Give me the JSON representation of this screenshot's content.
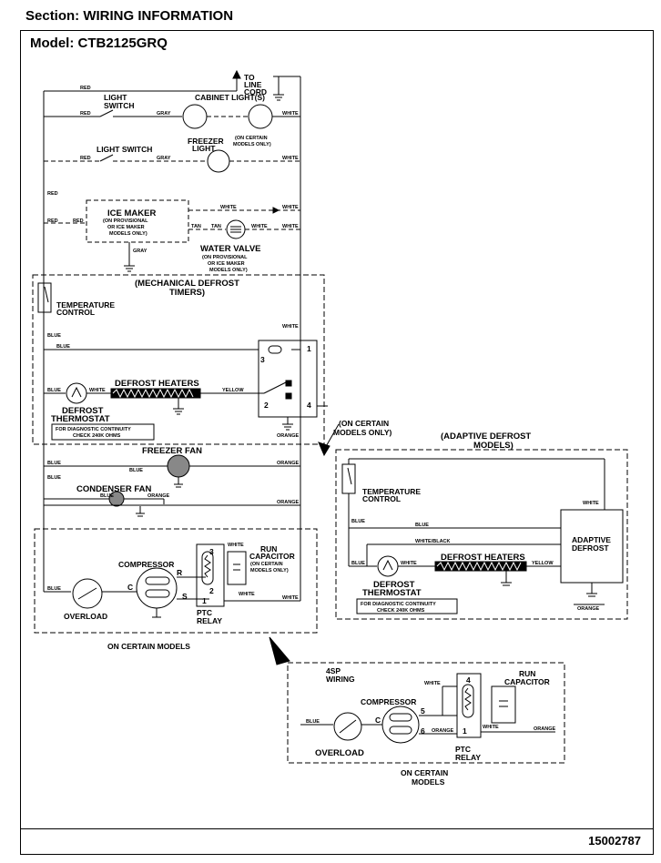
{
  "header": {
    "section": "Section:  WIRING INFORMATION",
    "model": "Model:  CTB2125GRQ",
    "doc_number": "15002787"
  },
  "wires": {
    "red": "RED",
    "gray": "GRAY",
    "white": "WHITE",
    "blue": "BLUE",
    "yellow": "YELLOW",
    "orange": "ORANGE",
    "tan": "TAN",
    "white_black": "WHITE/BLACK"
  },
  "line_cord": [
    "TO",
    "LINE",
    "CORD"
  ],
  "labels": {
    "light_switch_1": [
      "LIGHT",
      "SWITCH"
    ],
    "cabinet_lights": "CABINET LIGHT(S)",
    "on_certain_models_only": [
      "(ON CERTAIN",
      "MODELS ONLY)"
    ],
    "freezer_light": [
      "FREEZER",
      "LIGHT"
    ],
    "light_switch_2": "LIGHT SWITCH",
    "ice_maker": [
      "ICE MAKER",
      "(ON PROVISIONAL",
      "OR ICE MAKER",
      "MODELS ONLY)"
    ],
    "water_valve": [
      "WATER VALVE",
      "(ON PROVISIONAL",
      "OR ICE MAKER",
      "MODELS ONLY)"
    ],
    "mechanical_defrost": [
      "(MECHANICAL DEFROST",
      "TIMERS)"
    ],
    "temperature_control": [
      "TEMPERATURE",
      "CONTROL"
    ],
    "defrost_heaters": "DEFROST HEATERS",
    "defrost_thermostat": [
      "DEFROST",
      "THERMOSTAT"
    ],
    "diagnostic": [
      "FOR DIAGNOSTIC CONTINUITY",
      "CHECK 240K OHMS"
    ],
    "on_certain_models_only_2": [
      "(ON CERTAIN",
      "MODELS ONLY)"
    ],
    "freezer_fan": "FREEZER FAN",
    "condenser_fan": "CONDENSER FAN",
    "compressor": "COMPRESSOR",
    "run_capacitor": [
      "RUN",
      "CAPACITOR",
      "(ON CERTAIN",
      "MODELS ONLY)"
    ],
    "overload": "OVERLOAD",
    "ptc_relay": [
      "PTC",
      "RELAY"
    ],
    "on_certain_models": "ON CERTAIN MODELS",
    "adaptive_defrost_models": [
      "(ADAPTIVE DEFROST",
      "MODELS)"
    ],
    "adaptive_defrost": [
      "ADAPTIVE",
      "DEFROST"
    ],
    "wiring_4sp": [
      "4SP",
      "WIRING"
    ],
    "run_capacitor_2": [
      "RUN",
      "CAPACITOR"
    ],
    "on_certain_models_2": [
      "ON CERTAIN",
      "MODELS"
    ]
  },
  "terminals": [
    "1",
    "2",
    "3",
    "4",
    "5",
    "6",
    "C",
    "S",
    "R"
  ]
}
